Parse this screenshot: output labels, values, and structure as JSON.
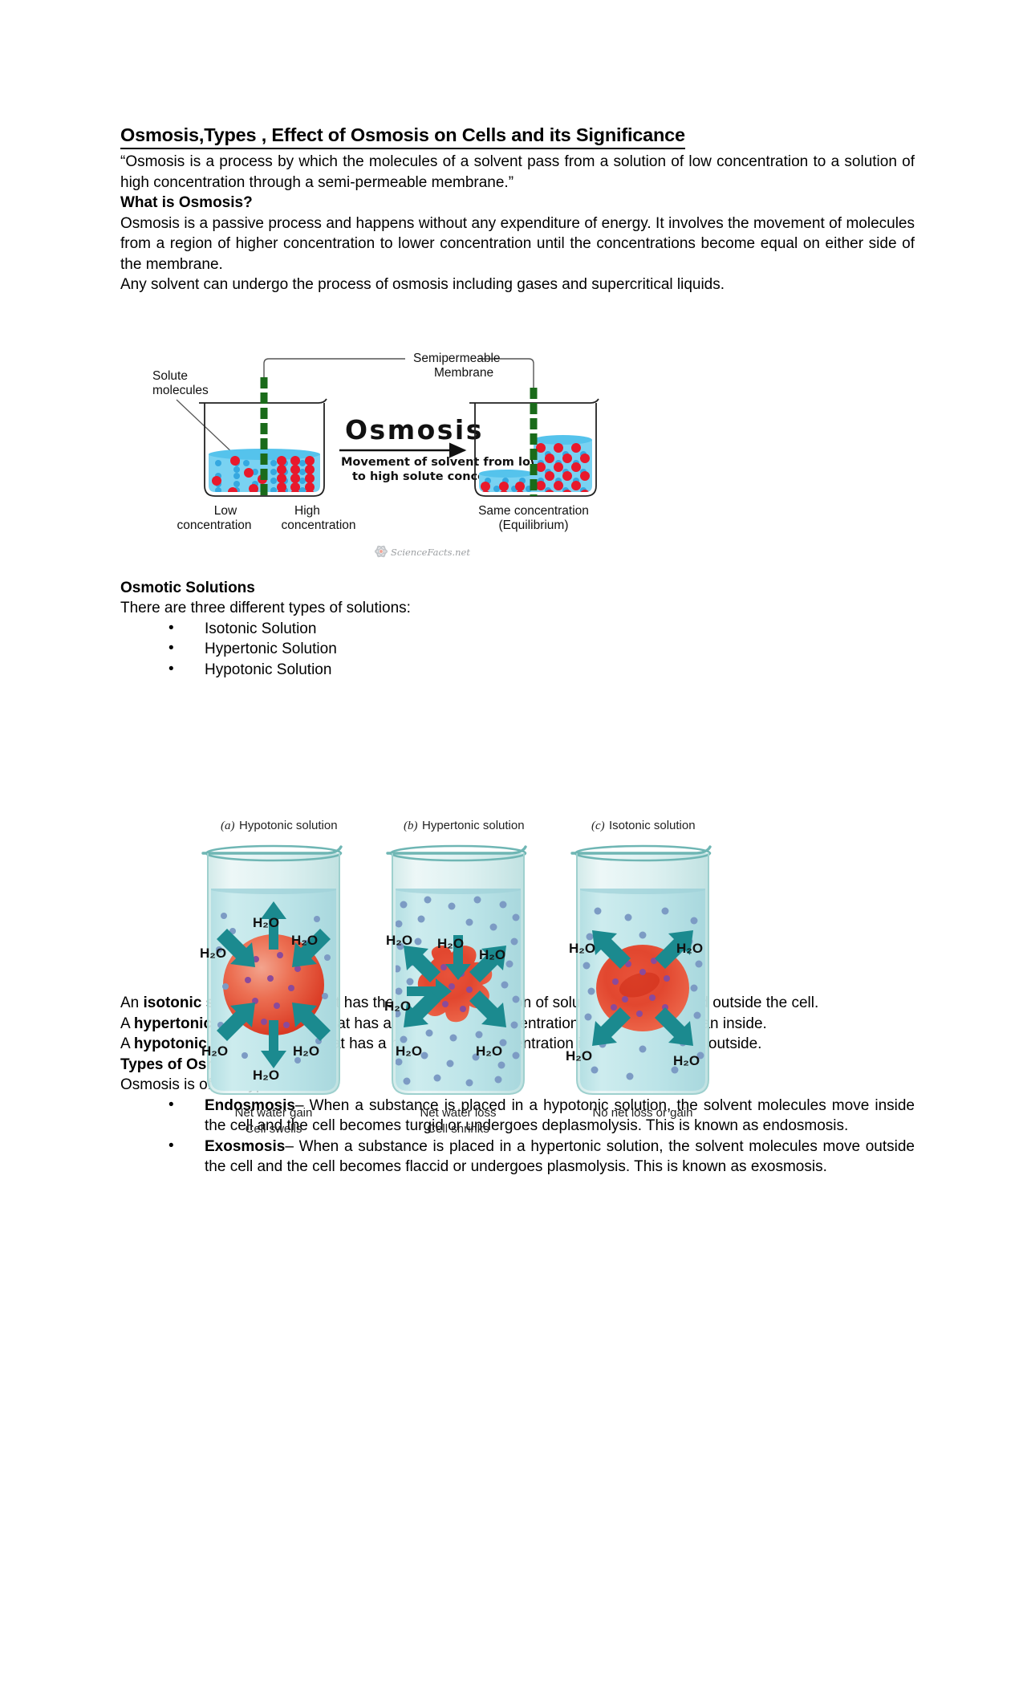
{
  "document": {
    "title": "Osmosis,Types , Effect of Osmosis on Cells and its Significance",
    "quote": "“Osmosis is a process by which the molecules of a solvent pass from a solution of low concentration to a solution of high concentration through a semi-permeable membrane.”",
    "heading_what_is": "What is Osmosis?",
    "para_passive": "Osmosis is a passive process and happens without any expenditure of energy. It involves the movement of molecules from a region of higher concentration to lower concentration until the concentrations become equal on either side of the membrane.",
    "para_any_solvent": "Any solvent can undergo the process of osmosis including gases and supercritical liquids.",
    "heading_osmotic_solutions": "Osmotic Solutions",
    "para_three_types": "There are three different types of solutions:",
    "solution_types": [
      "Isotonic Solution",
      "Hypertonic Solution",
      "Hypotonic Solution"
    ],
    "def_isotonic_pre": "An ",
    "def_isotonic_bold": "isotonic solution",
    "def_isotonic_post": " is one that has the same concentration of solutes both inside and outside the cell.",
    "def_hypertonic_pre": "A ",
    "def_hypertonic_bold": "hypertonic solution",
    "def_hypertonic_post": " is one that has a higher solute concentration outside the cell than inside.",
    "def_hypotonic_pre": "A ",
    "def_hypotonic_bold": "hypotonic solution",
    "def_hypotonic_post": " is one that has a higher solute concentration inside the cell than outside.",
    "heading_types_of_osmosis": "Types of Osmosis",
    "para_two_types": "Osmosis is of two types:",
    "osmosis_types": [
      {
        "term": "Endosmosis",
        "body": "– When a substance is placed in a hypotonic solution, the solvent molecules move inside the cell and the cell becomes turgid or undergoes deplasmolysis. This is known as endosmosis."
      },
      {
        "term": "Exosmosis",
        "body": "– When a substance is placed in a hypertonic solution, the solvent molecules move outside the cell and the cell becomes flaccid or undergoes plasmolysis. This is known as exosmosis."
      }
    ]
  },
  "figure_osmosis": {
    "label_solute_line1": "Solute",
    "label_solute_line2": "molecules",
    "label_membrane_line1": "Semipermeable",
    "label_membrane_line2": "Membrane",
    "title": "Osmosis",
    "subtitle_line1": "Movement of solvent from low",
    "subtitle_line2": "to high solute concentration",
    "label_low_line1": "Low",
    "label_low_line2": "concentration",
    "label_high_line1": "High",
    "label_high_line2": "concentration",
    "label_same_line1": "Same concentration",
    "label_same_line2": "(Equilibrium)",
    "watermark": "ScienceFacts.net",
    "colors": {
      "water": "#79D2F2",
      "water_surface": "#55C3EC",
      "solute_red": "#E8192C",
      "solvent_blue": "#35A8E0",
      "membrane_green": "#1A6B1A",
      "outline": "#222222"
    }
  },
  "figure_tonicity": {
    "panels": [
      {
        "tag": "(a)",
        "title": "Hypotonic solution",
        "caption_line1": "Net water gain",
        "caption_line2": "Cell swells",
        "water_labels": [
          "H₂O",
          "H₂O",
          "H₂O",
          "H₂O",
          "H₂O",
          "H₂O"
        ]
      },
      {
        "tag": "(b)",
        "title": "Hypertonic solution",
        "caption_line1": "Net water loss",
        "caption_line2": "Cell shrinks",
        "water_labels": [
          "H₂O",
          "H₂O",
          "H₂O",
          "H₂O",
          "H₂O",
          "H₂O"
        ]
      },
      {
        "tag": "(c)",
        "title": "Isotonic solution",
        "caption_line1": "No net loss or gain",
        "caption_line2": "",
        "water_labels": [
          "H₂O",
          "H₂O",
          "H₂O",
          "H₂O"
        ]
      }
    ],
    "colors": {
      "beaker_glass": "#CFE9E8",
      "beaker_rim": "#6FB6B4",
      "solution": "#BFE3E6",
      "cell_red": "#E8503A",
      "arrow_teal": "#1B8A8F",
      "particle_blue": "#7C9BC4",
      "particle_purple": "#8A4A9B"
    }
  }
}
